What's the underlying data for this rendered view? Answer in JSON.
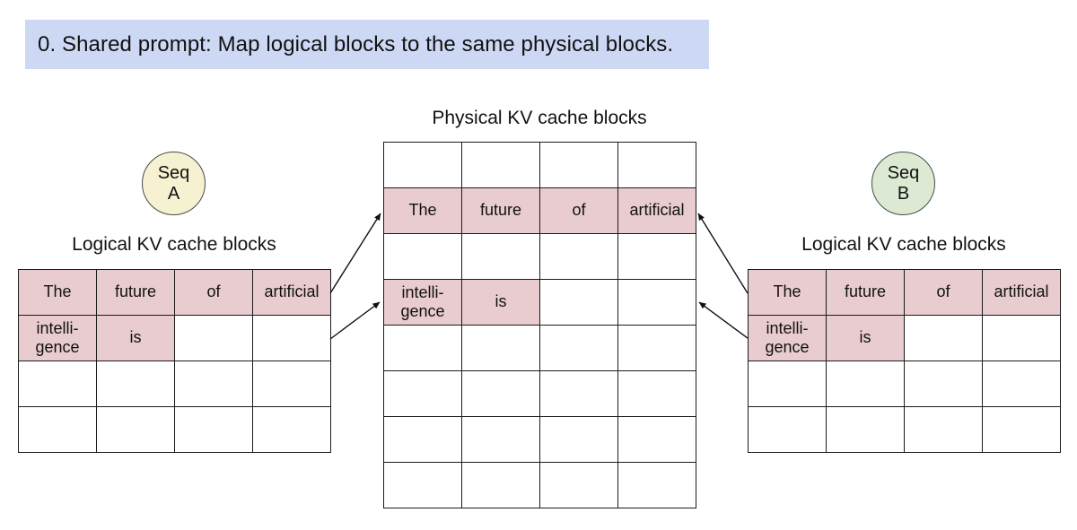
{
  "banner": {
    "text": "0. Shared prompt: Map logical blocks to the same physical blocks."
  },
  "colors": {
    "banner_bg": "#cdd8f4",
    "highlight_cell": "#e8cccf",
    "seq_a_fill": "#f6f1d1",
    "seq_b_fill": "#dcead4",
    "table_border": "#1b1b1b",
    "arrow": "#111111"
  },
  "badges": {
    "seq_a": {
      "line1": "Seq",
      "line2": "A"
    },
    "seq_b": {
      "line1": "Seq",
      "line2": "B"
    }
  },
  "tables": {
    "left": {
      "title": "Logical KV cache blocks",
      "rows": [
        [
          {
            "text": "The",
            "highlight": true
          },
          {
            "text": "future",
            "highlight": true
          },
          {
            "text": "of",
            "highlight": true
          },
          {
            "text": "artificial",
            "highlight": true
          }
        ],
        [
          {
            "text": "intelli-gence",
            "highlight": true
          },
          {
            "text": "is",
            "highlight": true
          },
          {
            "text": "",
            "highlight": false
          },
          {
            "text": "",
            "highlight": false
          }
        ],
        [
          {
            "text": "",
            "highlight": false
          },
          {
            "text": "",
            "highlight": false
          },
          {
            "text": "",
            "highlight": false
          },
          {
            "text": "",
            "highlight": false
          }
        ],
        [
          {
            "text": "",
            "highlight": false
          },
          {
            "text": "",
            "highlight": false
          },
          {
            "text": "",
            "highlight": false
          },
          {
            "text": "",
            "highlight": false
          }
        ]
      ]
    },
    "physical": {
      "title": "Physical KV cache blocks",
      "rows": [
        [
          {
            "text": "",
            "highlight": false
          },
          {
            "text": "",
            "highlight": false
          },
          {
            "text": "",
            "highlight": false
          },
          {
            "text": "",
            "highlight": false
          }
        ],
        [
          {
            "text": "The",
            "highlight": true
          },
          {
            "text": "future",
            "highlight": true
          },
          {
            "text": "of",
            "highlight": true
          },
          {
            "text": "artificial",
            "highlight": true
          }
        ],
        [
          {
            "text": "",
            "highlight": false
          },
          {
            "text": "",
            "highlight": false
          },
          {
            "text": "",
            "highlight": false
          },
          {
            "text": "",
            "highlight": false
          }
        ],
        [
          {
            "text": "intelli-gence",
            "highlight": true
          },
          {
            "text": "is",
            "highlight": true
          },
          {
            "text": "",
            "highlight": false
          },
          {
            "text": "",
            "highlight": false
          }
        ],
        [
          {
            "text": "",
            "highlight": false
          },
          {
            "text": "",
            "highlight": false
          },
          {
            "text": "",
            "highlight": false
          },
          {
            "text": "",
            "highlight": false
          }
        ],
        [
          {
            "text": "",
            "highlight": false
          },
          {
            "text": "",
            "highlight": false
          },
          {
            "text": "",
            "highlight": false
          },
          {
            "text": "",
            "highlight": false
          }
        ],
        [
          {
            "text": "",
            "highlight": false
          },
          {
            "text": "",
            "highlight": false
          },
          {
            "text": "",
            "highlight": false
          },
          {
            "text": "",
            "highlight": false
          }
        ],
        [
          {
            "text": "",
            "highlight": false
          },
          {
            "text": "",
            "highlight": false
          },
          {
            "text": "",
            "highlight": false
          },
          {
            "text": "",
            "highlight": false
          }
        ]
      ]
    },
    "right": {
      "title": "Logical KV cache blocks",
      "rows": [
        [
          {
            "text": "The",
            "highlight": true
          },
          {
            "text": "future",
            "highlight": true
          },
          {
            "text": "of",
            "highlight": true
          },
          {
            "text": "artificial",
            "highlight": true
          }
        ],
        [
          {
            "text": "intelli-gence",
            "highlight": true
          },
          {
            "text": "is",
            "highlight": true
          },
          {
            "text": "",
            "highlight": false
          },
          {
            "text": "",
            "highlight": false
          }
        ],
        [
          {
            "text": "",
            "highlight": false
          },
          {
            "text": "",
            "highlight": false
          },
          {
            "text": "",
            "highlight": false
          },
          {
            "text": "",
            "highlight": false
          }
        ],
        [
          {
            "text": "",
            "highlight": false
          },
          {
            "text": "",
            "highlight": false
          },
          {
            "text": "",
            "highlight": false
          },
          {
            "text": "",
            "highlight": false
          }
        ]
      ]
    }
  }
}
